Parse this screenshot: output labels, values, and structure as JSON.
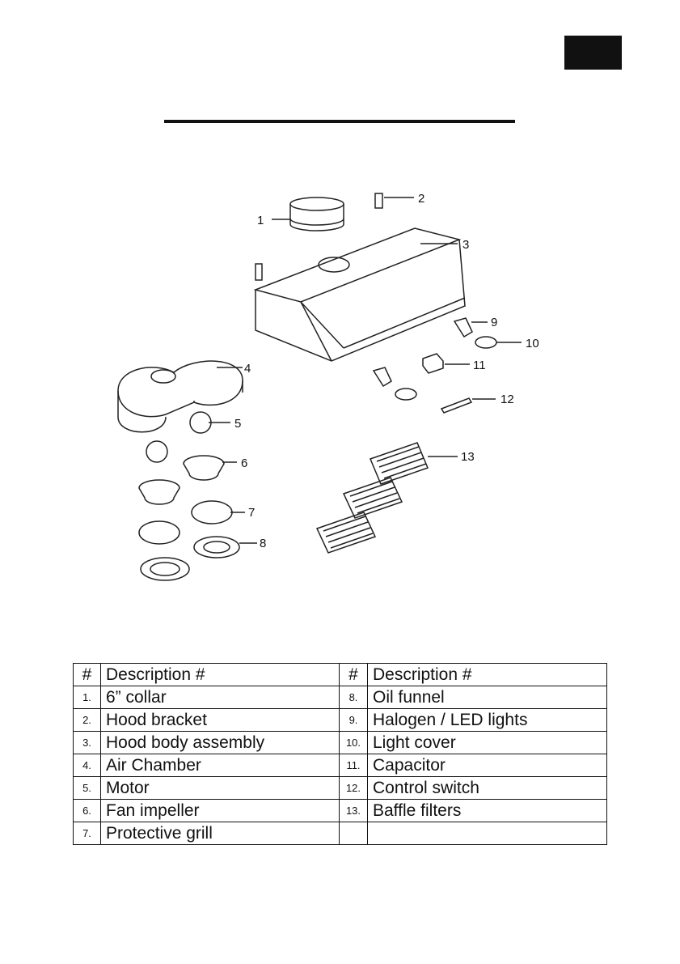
{
  "parts_table": {
    "headers": [
      "#",
      "Description #",
      "#",
      "Description #"
    ],
    "rows": [
      {
        "n1": "1.",
        "d1": "6” collar",
        "n2": "8.",
        "d2": "Oil funnel"
      },
      {
        "n1": "2.",
        "d1": "Hood bracket",
        "n2": "9.",
        "d2": "Halogen / LED lights"
      },
      {
        "n1": "3.",
        "d1": "Hood body assembly",
        "n2": "10.",
        "d2": "Light cover"
      },
      {
        "n1": "4.",
        "d1": "Air Chamber",
        "n2": "11.",
        "d2": "Capacitor"
      },
      {
        "n1": "5.",
        "d1": "Motor",
        "n2": "12.",
        "d2": "Control switch"
      },
      {
        "n1": "6.",
        "d1": "Fan impeller",
        "n2": "13.",
        "d2": "Baffle filters"
      },
      {
        "n1": "7.",
        "d1": "Protective grill",
        "n2": "",
        "d2": ""
      }
    ]
  },
  "diagram": {
    "callouts": [
      "1",
      "2",
      "3",
      "4",
      "5",
      "6",
      "7",
      "8",
      "9",
      "10",
      "11",
      "12",
      "13"
    ]
  }
}
